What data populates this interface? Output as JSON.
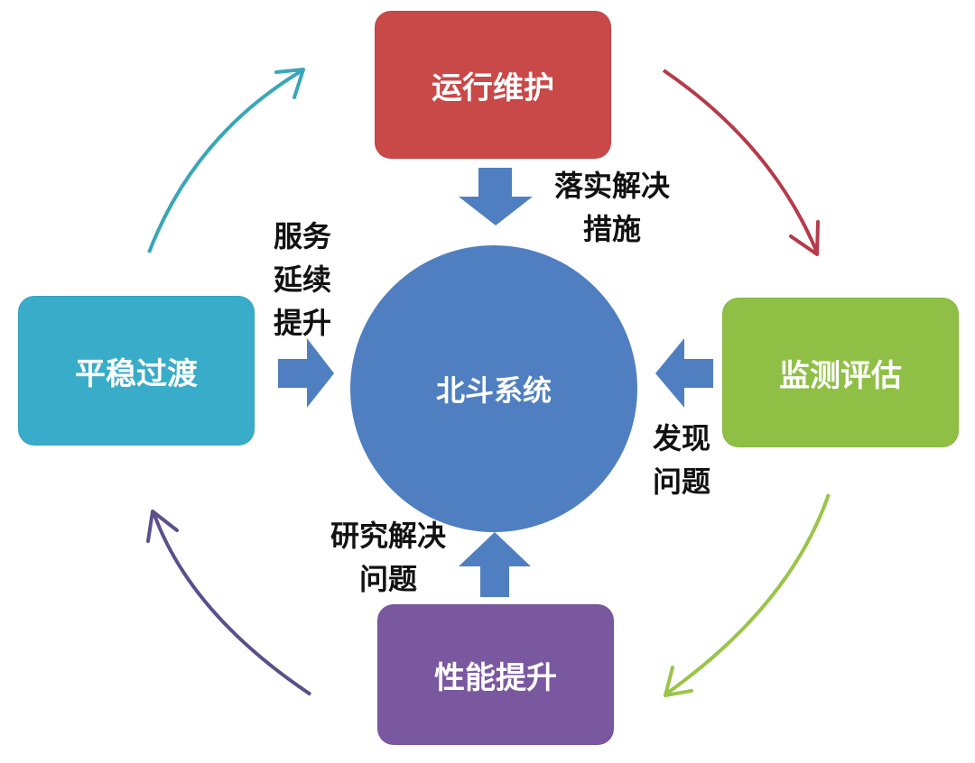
{
  "center": {
    "label": "北斗系统"
  },
  "boxes": {
    "top": {
      "label": "运行维护",
      "color": "#c94848"
    },
    "right": {
      "label": "监测评估",
      "color": "#8fc045"
    },
    "bottom": {
      "label": "性能提升",
      "color": "#7a58a0"
    },
    "left": {
      "label": "平稳过渡",
      "color": "#38acc8"
    }
  },
  "center_color": "#4f7fc0",
  "arrow_color": "#4f7fc0",
  "cycle_arrow_colors": {
    "top_to_right": "#b63a4a",
    "right_to_bottom": "#9bc44a",
    "bottom_to_left": "#5b4f8a",
    "left_to_top": "#3aa6b8"
  },
  "annotations": {
    "top": {
      "lines": [
        "落实解决",
        "措施"
      ]
    },
    "left": {
      "lines": [
        "服务",
        "延续",
        "提升"
      ]
    },
    "right": {
      "lines": [
        "发现",
        "问题"
      ]
    },
    "bottom": {
      "lines": [
        "研究解决",
        "问题"
      ]
    }
  }
}
